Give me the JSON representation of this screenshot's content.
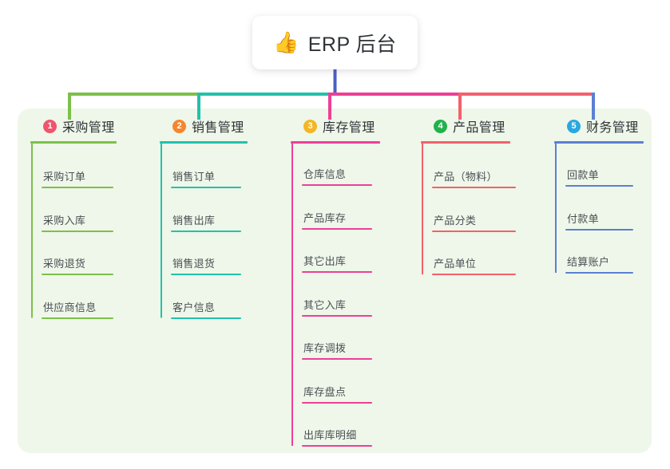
{
  "diagram": {
    "type": "mindmap-org-chart",
    "root": {
      "icon": "thumbs-up-icon",
      "icon_glyph": "👍",
      "label": "ERP 后台"
    },
    "root_connector_color": "#4b5fc4",
    "panel_color": "#eef7e9",
    "branches": [
      {
        "number": "1",
        "label": "采购管理",
        "badge_color": "#f0556d",
        "line_color": "#7cc04a",
        "items": [
          {
            "label": "采购订单"
          },
          {
            "label": "采购入库"
          },
          {
            "label": "采购退货"
          },
          {
            "label": "供应商信息"
          }
        ]
      },
      {
        "number": "2",
        "label": "销售管理",
        "badge_color": "#f5862e",
        "line_color": "#22c1ab",
        "items": [
          {
            "label": "销售订单"
          },
          {
            "label": "销售出库"
          },
          {
            "label": "销售退货"
          },
          {
            "label": "客户信息"
          }
        ]
      },
      {
        "number": "3",
        "label": "库存管理",
        "badge_color": "#f5b623",
        "line_color": "#ef3e96",
        "items": [
          {
            "label": "仓库信息"
          },
          {
            "label": "产品库存"
          },
          {
            "label": "其它出库"
          },
          {
            "label": "其它入库"
          },
          {
            "label": "库存调拨"
          },
          {
            "label": "库存盘点"
          },
          {
            "label": "出库库明细"
          }
        ]
      },
      {
        "number": "4",
        "label": "产品管理",
        "badge_color": "#22b14c",
        "line_color": "#f4606c",
        "items": [
          {
            "label": "产品（物料）"
          },
          {
            "label": "产品分类"
          },
          {
            "label": "产品单位"
          }
        ]
      },
      {
        "number": "5",
        "label": "财务管理",
        "badge_color": "#2aa8e0",
        "line_color": "#5b7fd4",
        "items": [
          {
            "label": "回款单"
          },
          {
            "label": "付款单"
          },
          {
            "label": "结算账户"
          }
        ]
      }
    ]
  }
}
